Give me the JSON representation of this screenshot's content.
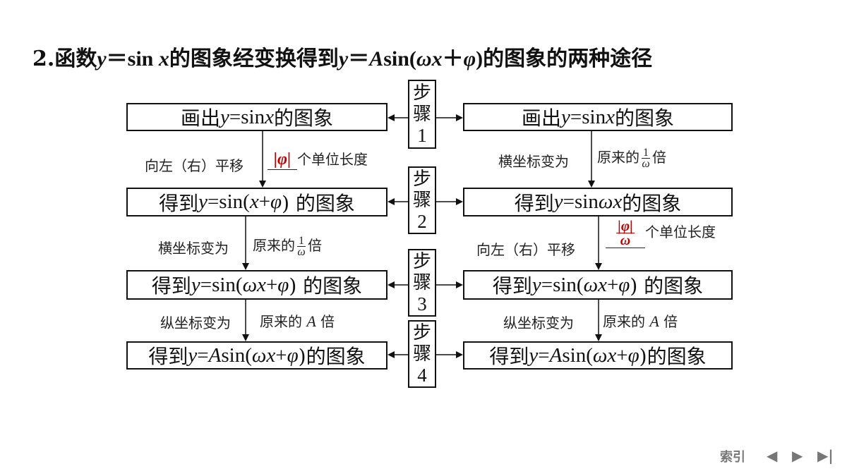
{
  "title": {
    "prefix": "2.函数",
    "f1_y": "y",
    "f1_eq": "＝sin ",
    "f1_x": "x",
    "mid": "的图象经变换得到",
    "f2_y": "y",
    "f2_eq": "＝",
    "f2_A": "A",
    "f2_sin": "sin(",
    "f2_omega": "ωx",
    "f2_plus": "＋",
    "f2_phi": "φ",
    "f2_close": ")",
    "suffix": "的图象的两种途径"
  },
  "steps": [
    {
      "char1": "步",
      "char2": "骤",
      "num": "1"
    },
    {
      "char1": "步",
      "char2": "骤",
      "num": "2"
    },
    {
      "char1": "步",
      "char2": "骤",
      "num": "3"
    },
    {
      "char1": "步",
      "char2": "骤",
      "num": "4"
    }
  ],
  "left": {
    "box1": {
      "pre": "画出 ",
      "y": "y",
      "eq": "=sin ",
      "x": "x",
      "post": "的图象"
    },
    "label1": {
      "text": "向左（右）平移",
      "answer": "|φ|",
      "suffix": "个单位长度"
    },
    "box2": {
      "pre": "得到 ",
      "y": "y",
      "eq": "=sin(",
      "x": "x",
      "plus": "+ ",
      "phi": "φ",
      "post": " ) 的图象"
    },
    "label2": {
      "text": "横坐标变为",
      "text2": "原来的",
      "num": "1",
      "den": "ω",
      "suffix": "倍"
    },
    "box3": {
      "pre": "得到",
      "y": "y",
      "eq": "=sin( ",
      "wx": "ωx",
      "plus": "+ ",
      "phi": "φ",
      "post": " ) 的图象"
    },
    "label3": {
      "text": "纵坐标变为",
      "text2": "原来的 ",
      "A": "A",
      "suffix": " 倍"
    },
    "box4": {
      "pre": "得到",
      "y": "y",
      "eq": "=",
      "A": "A",
      "sin": "sin( ",
      "wx": "ωx",
      "plus": "+ ",
      "phi": "φ",
      "post": " )的图象"
    }
  },
  "right": {
    "box1": {
      "pre": "画出 ",
      "y": "y",
      "eq": "=sin ",
      "x": "x",
      "post": "的图象"
    },
    "label1": {
      "text": "横坐标变为",
      "text2": "原来的",
      "num": "1",
      "den": "ω",
      "suffix": "倍"
    },
    "box2": {
      "pre": "得到 ",
      "y": "y",
      "eq": "=sin ",
      "wx": "ωx",
      "post": " 的图象"
    },
    "label2": {
      "text": "向左（右）平移",
      "answer_num": "φ",
      "answer_den": "ω",
      "suffix": "个单位长度"
    },
    "box3": {
      "pre": "得到 ",
      "y": "y",
      "eq": "=sin( ",
      "wx": "ωx",
      "plus": "+ ",
      "phi": "φ",
      "post": " ) 的图象"
    },
    "label3": {
      "text": "纵坐标变为",
      "text2": "原来的 ",
      "A": "A",
      "suffix": " 倍"
    },
    "box4": {
      "pre": "得到",
      "y": "y",
      "eq": "=",
      "A": "A",
      "sin": "sin( ",
      "wx": "ωx",
      "plus": "+ ",
      "phi": "φ",
      "post": " )的图象"
    }
  },
  "nav": {
    "index": "索引",
    "prev": "◀",
    "next": "▶",
    "last": "▶|"
  },
  "colors": {
    "answer": "#c00000",
    "nav": "#777777"
  }
}
